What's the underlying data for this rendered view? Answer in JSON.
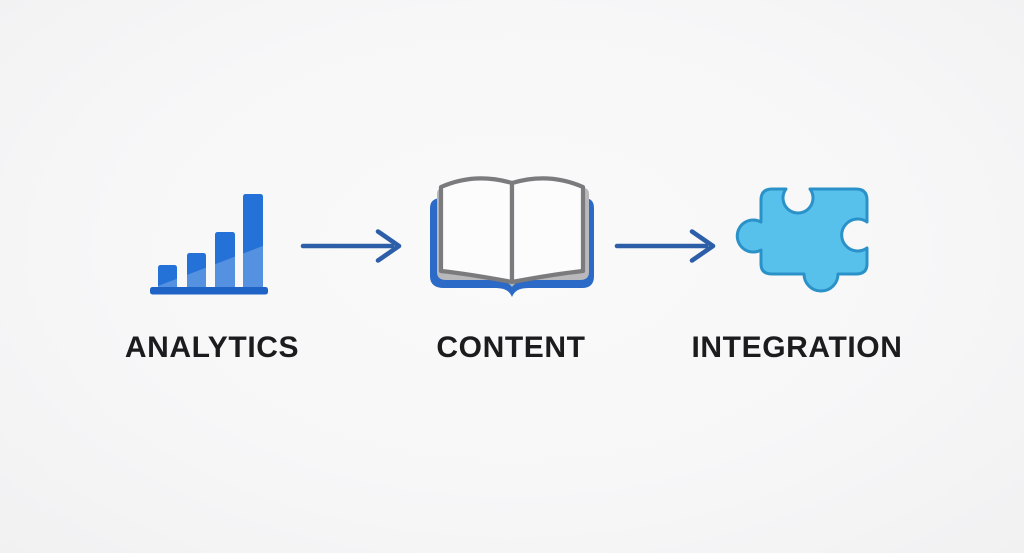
{
  "diagram": {
    "title": "Analytics to Content to Integration flow",
    "background_color": "#f7f7f8",
    "steps": [
      {
        "label": "ANALYTICS",
        "icon": "bar-chart-icon"
      },
      {
        "label": "CONTENT",
        "icon": "open-book-icon"
      },
      {
        "label": "INTEGRATION",
        "icon": "puzzle-piece-icon"
      }
    ],
    "connectors": [
      {
        "type": "arrow-right",
        "from": "ANALYTICS",
        "to": "CONTENT"
      },
      {
        "type": "arrow-right",
        "from": "CONTENT",
        "to": "INTEGRATION"
      }
    ]
  },
  "colors": {
    "bar_blue": "#2472d8",
    "bar_base": "#1f63c6",
    "bar_sheen": "#ffffff",
    "book_cover": "#2b6ac6",
    "page_edge_gray": "#b9b9bc",
    "page_outline": "#7b7b7d",
    "page_fill": "#fcfcfd",
    "arrow": "#2d5fa9",
    "puzzle_fill": "#57c1eb",
    "puzzle_outline": "#2a92c8",
    "label_text": "#1c1c1e"
  }
}
